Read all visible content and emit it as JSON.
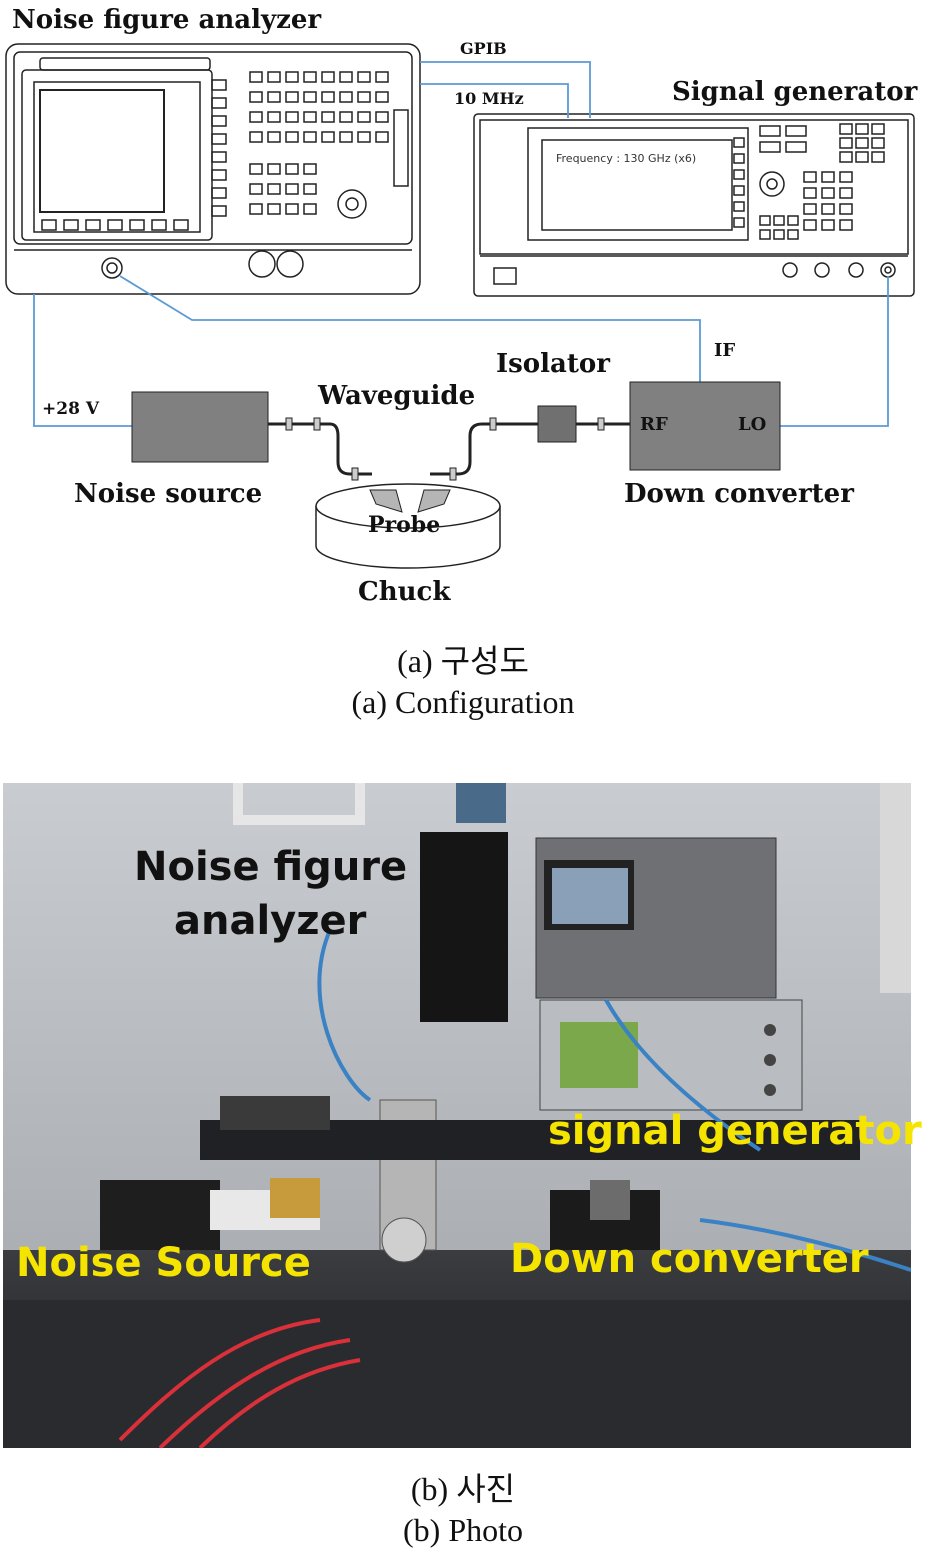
{
  "diagram": {
    "labels": {
      "noise_figure_analyzer": "Noise figure analyzer",
      "signal_generator": "Signal generator",
      "gpib": "GPIB",
      "ten_mhz": "10 MHz",
      "frequency_display": "Frequency : 130 GHz (x6)",
      "isolator": "Isolator",
      "if": "IF",
      "plus_28v": "+28 V",
      "waveguide": "Waveguide",
      "rf": "RF",
      "lo": "LO",
      "noise_source": "Noise source",
      "probe": "Probe",
      "down_converter": "Down converter",
      "chuck": "Chuck"
    },
    "colors": {
      "link": "#5b9bd5",
      "block": "#808080",
      "outline": "#222222"
    }
  },
  "captions": {
    "a_korean": "(a)  구성도",
    "a_english": "(a)  Configuration",
    "b_korean": "(b)  사진",
    "b_english": "(b)  Photo"
  },
  "photo": {
    "labels": {
      "noise_figure_analyzer_line1": "Noise figure",
      "noise_figure_analyzer_line2": "analyzer",
      "signal_generator": "signal generator",
      "noise_source": "Noise Source",
      "down_converter": "Down converter"
    },
    "colors": {
      "highlight": "#f5e400",
      "dark_label": "#111111"
    }
  }
}
